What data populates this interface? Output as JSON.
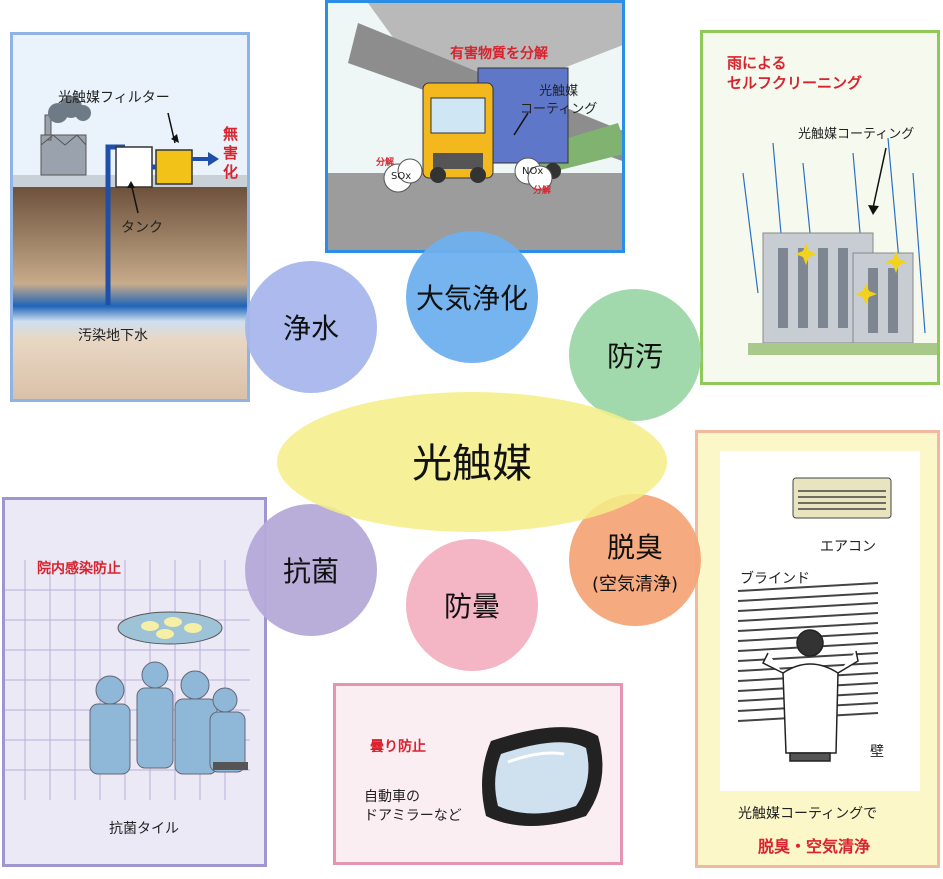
{
  "center": {
    "title": "光触媒",
    "petals": {
      "water": "浄水",
      "air": "大気浄化",
      "antifouling": "防汚",
      "antibacterial": "抗菌",
      "antifog": "防曇",
      "deodorize": "脱臭",
      "deodorize_sub": "(空気清浄)"
    }
  },
  "colors": {
    "center": "#f4ef86",
    "water": "#a8b6ec",
    "air": "#6fb0ee",
    "antifouling": "#9dd7a8",
    "antibacterial": "#b5aad8",
    "antifog": "#f3b1c2",
    "deodorize": "#f4a579",
    "accent_red": "#d9232e"
  },
  "panels": {
    "water": {
      "filter_label": "光触媒フィルター",
      "harmless": [
        "無",
        "害",
        "化"
      ],
      "tank_label": "タンク",
      "groundwater_label": "汚染地下水"
    },
    "air": {
      "title": "有害物質を分解",
      "coating_label": "光触媒\nコーティング",
      "sox_label": "SOx",
      "sox_decompose": "分解",
      "nox_label": "NOx",
      "nox_decompose": "分解"
    },
    "antifouling": {
      "title": "雨による\nセルフクリーニング",
      "coating_label": "光触媒コーティング"
    },
    "antibacterial": {
      "title": "院内感染防止",
      "tile_label": "抗菌タイル"
    },
    "antifog": {
      "title": "曇り防止",
      "mirror_label": "自動車の\nドアミラーなど"
    },
    "deodorize": {
      "aircon_label": "エアコン",
      "blind_label": "ブラインド",
      "wall_label": "壁",
      "caption": "光触媒コーティングで",
      "caption_red": "脱臭・空気清浄"
    }
  }
}
